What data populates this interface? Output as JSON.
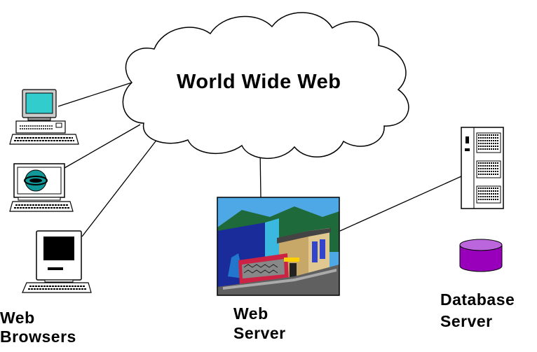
{
  "cloud": {
    "title": "World Wide Web"
  },
  "labels": {
    "web_browsers": [
      "Web",
      "Browsers"
    ],
    "web_server": [
      "Web",
      "Server"
    ],
    "database_server": [
      "Database",
      "Server"
    ]
  },
  "colors": {
    "screen_cyan": "#33CCCC",
    "globe_teal": "#119999",
    "db_purple": "#9900BB",
    "db_top": "#BB66DD"
  }
}
